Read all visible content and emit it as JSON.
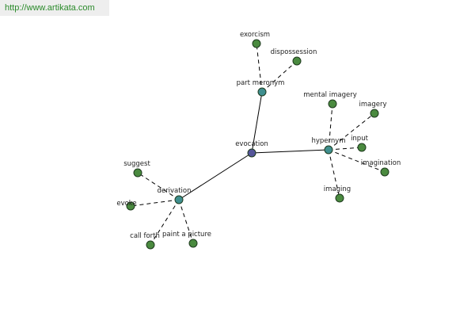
{
  "source": {
    "url_text": "http://www.artikata.com"
  },
  "graph": {
    "colors": {
      "root": "#555599",
      "hub": "#3f8f8f",
      "leaf": "#4a8a3f",
      "banner_text": "#2a8a2a"
    },
    "nodes": [
      {
        "id": "evocation",
        "label": "evocation",
        "kind": "root"
      },
      {
        "id": "part-meronym",
        "label": "part meronym",
        "kind": "hub"
      },
      {
        "id": "hypernym",
        "label": "hypernym",
        "kind": "hub"
      },
      {
        "id": "derivation",
        "label": "derivation",
        "kind": "hub"
      },
      {
        "id": "exorcism",
        "label": "exorcism",
        "kind": "leaf"
      },
      {
        "id": "dispossession",
        "label": "dispossession",
        "kind": "leaf"
      },
      {
        "id": "mental-imagery",
        "label": "mental imagery",
        "kind": "leaf"
      },
      {
        "id": "imagery",
        "label": "imagery",
        "kind": "leaf"
      },
      {
        "id": "input",
        "label": "input",
        "kind": "leaf"
      },
      {
        "id": "imagination",
        "label": "imagination",
        "kind": "leaf"
      },
      {
        "id": "imaging",
        "label": "imaging",
        "kind": "leaf"
      },
      {
        "id": "suggest",
        "label": "suggest",
        "kind": "leaf"
      },
      {
        "id": "evoke",
        "label": "evoke",
        "kind": "leaf"
      },
      {
        "id": "call-forth",
        "label": "call forth",
        "kind": "leaf"
      },
      {
        "id": "paint-a-picture",
        "label": "paint a picture",
        "kind": "leaf"
      }
    ],
    "edges": [
      {
        "from": "evocation",
        "to": "part-meronym",
        "style": "solid"
      },
      {
        "from": "evocation",
        "to": "hypernym",
        "style": "solid"
      },
      {
        "from": "evocation",
        "to": "derivation",
        "style": "solid"
      },
      {
        "from": "part-meronym",
        "to": "exorcism",
        "style": "dashed"
      },
      {
        "from": "part-meronym",
        "to": "dispossession",
        "style": "dashed"
      },
      {
        "from": "hypernym",
        "to": "mental-imagery",
        "style": "dashed"
      },
      {
        "from": "hypernym",
        "to": "imagery",
        "style": "dashed"
      },
      {
        "from": "hypernym",
        "to": "input",
        "style": "dashed"
      },
      {
        "from": "hypernym",
        "to": "imagination",
        "style": "dashed"
      },
      {
        "from": "hypernym",
        "to": "imaging",
        "style": "dashed"
      },
      {
        "from": "derivation",
        "to": "suggest",
        "style": "dashed"
      },
      {
        "from": "derivation",
        "to": "evoke",
        "style": "dashed"
      },
      {
        "from": "derivation",
        "to": "call-forth",
        "style": "dashed"
      },
      {
        "from": "derivation",
        "to": "paint-a-picture",
        "style": "dashed"
      }
    ]
  }
}
